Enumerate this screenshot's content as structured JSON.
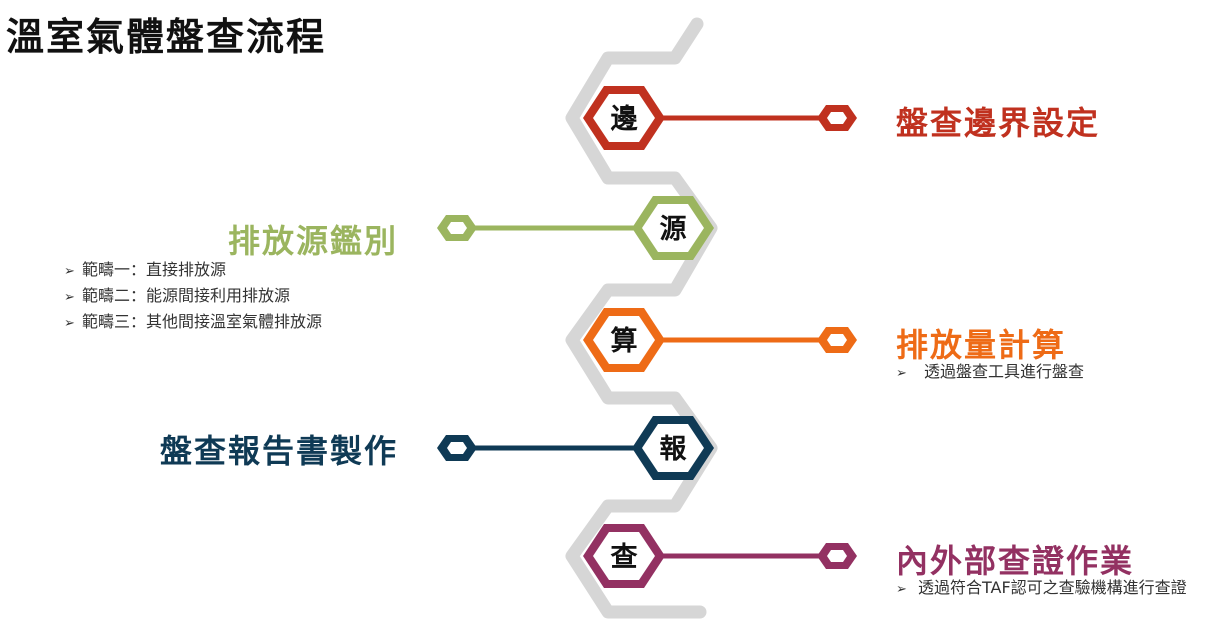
{
  "title": "溫室氣體盤查流程",
  "steps": [
    {
      "char": "邊",
      "title": "盤查邊界設定",
      "color": "#c0311f",
      "bullets": []
    },
    {
      "char": "源",
      "title": "排放源鑑別",
      "color": "#9bb55f",
      "bullets": [
        "範疇一：直接排放源",
        "範疇二：能源間接利用排放源",
        "範疇三：其他間接溫室氣體排放源"
      ]
    },
    {
      "char": "算",
      "title": "排放量計算",
      "color": "#ee6b16",
      "bullets": [
        "透過盤查工具進行盤查"
      ]
    },
    {
      "char": "報",
      "title": "盤查報告書製作",
      "color": "#0f3a55",
      "bullets": []
    },
    {
      "char": "查",
      "title": "內外部查證作業",
      "color": "#933162",
      "bullets": [
        "透過符合TAF認可之查驗機構進行查證"
      ]
    }
  ],
  "bullet_marker": "➢",
  "path_color": "#d6d6d6"
}
